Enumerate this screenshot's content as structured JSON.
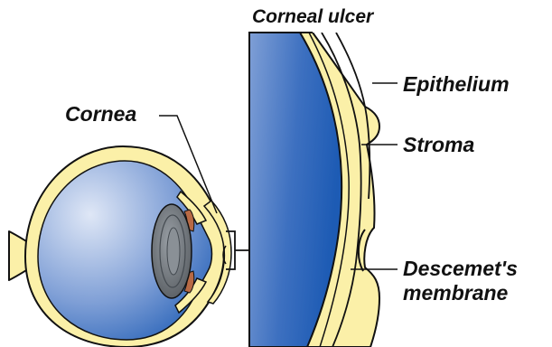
{
  "title": "Corneal ulcer",
  "labels": {
    "cornea": "Cornea",
    "epithelium": "Epithelium",
    "stroma": "Stroma",
    "descemet_line1": "Descemet's",
    "descemet_line2": "membrane"
  },
  "colors": {
    "sclera_fill": "#fbf0a8",
    "outline": "#111111",
    "vitreous_light": "#dfe7f6",
    "vitreous_dark": "#1d5bb4",
    "lens": "#6f7378",
    "iris": "#b86a45"
  }
}
